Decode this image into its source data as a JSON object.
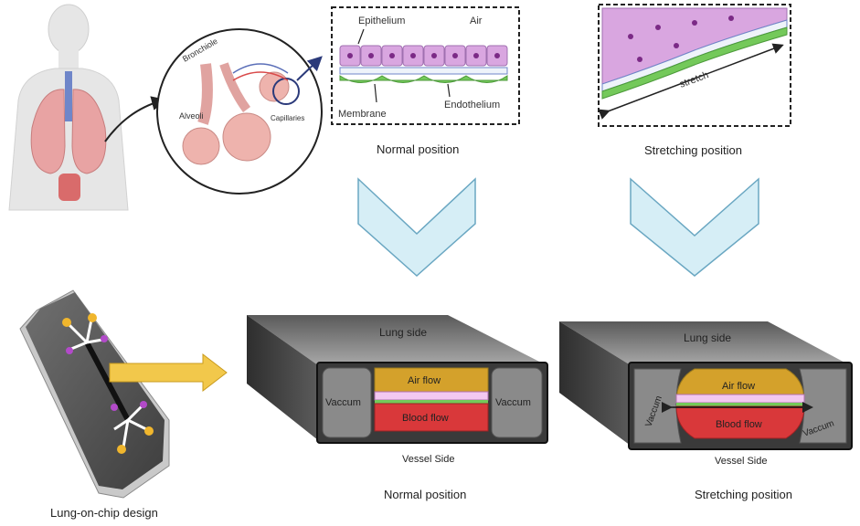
{
  "lung": {
    "bronchiole": "Bronchiole",
    "alveoli": "Alveoli",
    "capillaries": "Capillaries"
  },
  "normal_cells": {
    "epithelium": "Epithelium",
    "air": "Air",
    "membrane": "Membrane",
    "endothelium": "Endothelium",
    "caption": "Normal position"
  },
  "stretch_cells": {
    "stretch": "stretch",
    "caption": "Stretching position"
  },
  "chip": {
    "caption": "Lung-on-chip design"
  },
  "normal_device": {
    "lung_side": "Lung side",
    "air_flow": "Air flow",
    "blood_flow": "Blood flow",
    "vacuum_left": "Vaccum",
    "vacuum_right": "Vaccum",
    "vessel_side": "Vessel Side",
    "caption": "Normal position"
  },
  "stretch_device": {
    "lung_side": "Lung side",
    "air_flow": "Air flow",
    "blood_flow": "Blood flow",
    "vacuum_left": "Vaccum",
    "vacuum_right": "Vaccum",
    "vessel_side": "Vessel Side",
    "caption": "Stretching position"
  },
  "colors": {
    "epithelium": "#d9a6e0",
    "endothelium": "#74c95a",
    "air_flow": "#d4a12b",
    "blood_flow": "#d9383a",
    "chevron": "#d6eef6",
    "device": "#3c3c3c",
    "vacuum": "#8a8a8a",
    "arrow": "#f2c84b"
  }
}
